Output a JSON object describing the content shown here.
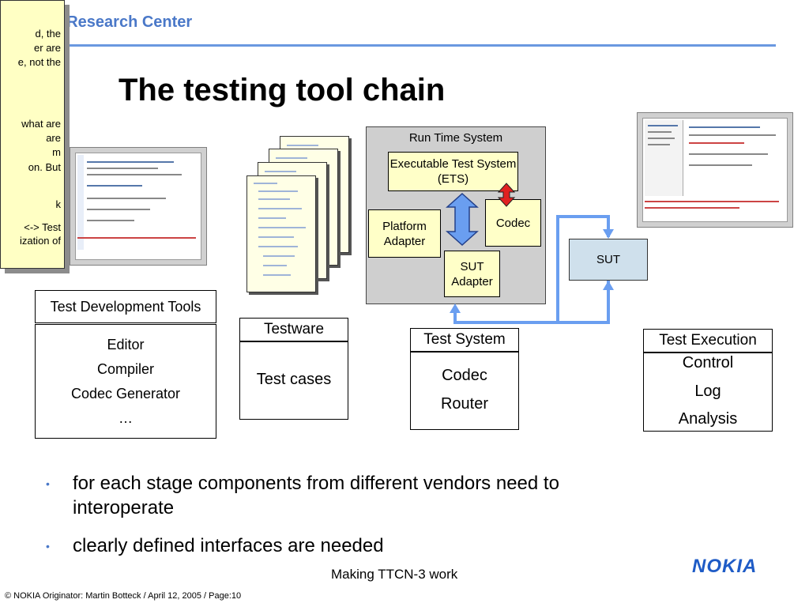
{
  "header": {
    "title": "ia Research Center"
  },
  "slide": {
    "title": "The testing tool chain"
  },
  "note": {
    "lines": [
      "d, the",
      "er are",
      "e, not the",
      "what are",
      "are",
      "m",
      "on. But",
      "k",
      "<-> Test",
      "ization of"
    ]
  },
  "diagram": {
    "runtime": {
      "label": "Run Time System",
      "ets": "Executable Test System (ETS)",
      "platform_adapter": "Platform Adapter",
      "codec": "Codec",
      "sut_adapter": "SUT Adapter"
    },
    "sut": {
      "label": "SUT"
    },
    "test_dev": {
      "title": "Test Development Tools",
      "items": [
        "Editor",
        "Compiler",
        "Codec Generator",
        "…"
      ]
    },
    "testware": {
      "title": "Testware",
      "items": [
        "Test cases"
      ]
    },
    "test_system": {
      "title": "Test System",
      "items": [
        "Codec",
        "Router"
      ]
    },
    "test_execution": {
      "title": "Test Execution",
      "items": [
        "Control",
        "Log",
        "Analysis"
      ]
    }
  },
  "bullets": [
    "for each stage components from different vendors need to interoperate",
    "clearly defined interfaces are needed"
  ],
  "footer": {
    "center": "Making TTCN-3 work",
    "left": "© NOKIA  Originator: Martin Botteck / April 12, 2005 / Page:10",
    "logo": "NOKIA"
  },
  "colors": {
    "accent": "#4a78c8",
    "arrow_blue": "#6a9ef0",
    "arrow_red": "#e02020",
    "sut_fill": "#cfe0ec"
  }
}
